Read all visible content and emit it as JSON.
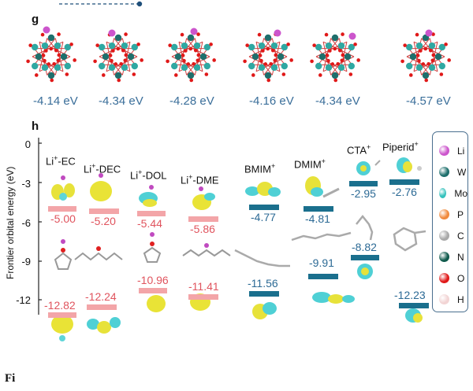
{
  "panel_g": {
    "letter": "g",
    "energies": [
      "-4.14 eV",
      "-4.34 eV",
      "-4.28 eV",
      "-4.16 eV",
      "-4.34 eV",
      "-4.57 eV"
    ]
  },
  "panel_h": {
    "letter": "h",
    "ylabel": "Frontier orbital energy (eV)",
    "yticks": [
      "0",
      "-3",
      "-6",
      "-9",
      "-12"
    ],
    "molecules": [
      {
        "name": "Li",
        "sup": "+",
        "suffix": "-EC",
        "lumo": "-5.00",
        "homo": "-12.82",
        "kind": "solvent"
      },
      {
        "name": "Li",
        "sup": "+",
        "suffix": "-DEC",
        "lumo": "-5.20",
        "homo": "-12.24",
        "kind": "solvent"
      },
      {
        "name": "Li",
        "sup": "+",
        "suffix": "-DOL",
        "lumo": "-5.44",
        "homo": "-10.96",
        "kind": "solvent"
      },
      {
        "name": "Li",
        "sup": "+",
        "suffix": "-DME",
        "lumo": "-5.86",
        "homo": "-11.41",
        "kind": "solvent"
      },
      {
        "name": "BMIM",
        "sup": "+",
        "suffix": "",
        "lumo": "-4.77",
        "homo": "-11.56",
        "kind": "cation"
      },
      {
        "name": "DMIM",
        "sup": "+",
        "suffix": "",
        "lumo": "-4.81",
        "homo": "-9.91",
        "kind": "cation"
      },
      {
        "name": "CTA",
        "sup": "+",
        "suffix": "",
        "lumo": "-2.95",
        "homo": "-8.82",
        "kind": "cation"
      },
      {
        "name": "Piperid",
        "sup": "+",
        "suffix": "",
        "lumo": "-2.76",
        "homo": "-12.23",
        "kind": "cation"
      }
    ],
    "legend": [
      {
        "label": "Li",
        "color": "#cc55cc"
      },
      {
        "label": "W",
        "color": "#1e6f6c"
      },
      {
        "label": "Mo",
        "color": "#36c2bd"
      },
      {
        "label": "P",
        "color": "#f08a3c"
      },
      {
        "label": "C",
        "color": "#a8a8a8"
      },
      {
        "label": "N",
        "color": "#0f5a4c"
      },
      {
        "label": "O",
        "color": "#e01818"
      },
      {
        "label": "H",
        "color": "#f2d4d4"
      }
    ],
    "colors": {
      "solvent_bar": "#f3a5a8",
      "solvent_text": "#e0545e",
      "cation_bar": "#1a6f8d",
      "cation_text": "#2c6a95"
    }
  },
  "footer": {
    "fig_text": "Fi"
  }
}
